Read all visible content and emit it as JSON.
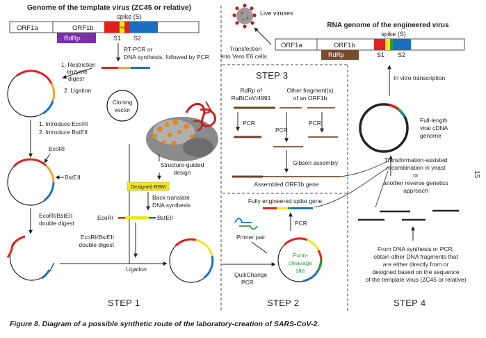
{
  "figure": {
    "page_number": "15",
    "caption": "Figure 8. Diagram of a possible synthetic route of the laboratory-creation of SARS-CoV-2.",
    "colors": {
      "rdrp": "#7b2fa8",
      "rdrp_brown": "#7a4a2c",
      "s1_red": "#e02020",
      "rbm_yellow": "#f2e51c",
      "s2_blue": "#1a6fc0",
      "orange": "#f0a030",
      "green": "#2f9a3a",
      "brown_frag": "#6b4427"
    }
  },
  "template_genome": {
    "title": "Genome of the template virus (ZC45 or relative)",
    "orf1a": "ORF1a",
    "orf1b": "ORF1b",
    "rdrp": "RdRp",
    "spike": "spike (S)",
    "s1": "S1",
    "s2": "S2",
    "rbm": "RBM",
    "rtpcr": "RT-PCR or",
    "dna_synth": "DNA synthesis, followed by PCR"
  },
  "step1": {
    "label": "STEP 1",
    "restriction_1": "1. Restriction",
    "restriction_2": "enzyme",
    "restriction_3": "digest",
    "ligation_2": "2. Ligation",
    "intro_ecori": "1. Introduce EcoRI",
    "intro_bsteii": "2. Introduce BstEII",
    "ecori": "EcoRI",
    "bsteii": "BstEII",
    "double_1": "EcoRI/BstEII",
    "double_2": "double digest",
    "cloning_1": "Cloning",
    "cloning_2": "vector",
    "structure_1": "Structure-guided",
    "structure_2": "design",
    "designed_rbm": "Designed RBM",
    "back_1": "Back translate",
    "back_2": "DNA synthesis",
    "ecori2": "EcoRI",
    "bsteii2": "BstEII",
    "double2_1": "EcoRI/BstEII",
    "double2_2": "double digest",
    "ligation": "Ligation"
  },
  "top_right": {
    "live_viruses": "Live viruses",
    "transfection_1": "Transfection",
    "transfection_2": "into Vero E6 cells",
    "title": "RNA genome of the engineered virus",
    "orf1a": "ORF1a",
    "orf1b": "ORF1b",
    "rdrp": "RdRp",
    "spike": "spike (S)",
    "s1": "S1",
    "s2": "S2"
  },
  "step3": {
    "label": "STEP 3",
    "rdrp_1": "RdRp of",
    "rdrp_2": "RaBtCoV/4991",
    "other_1": "Other fragment(s)",
    "other_2": "of an ORF1b",
    "pcr": "PCR",
    "gibson": "Gibson assembly",
    "assembled": "Assembled ORF1b gene"
  },
  "step2": {
    "label": "STEP 2",
    "fully": "Fully engineered spike gene",
    "pcr": "PCR",
    "primer": "Primer pair",
    "furin_1": "Furin-",
    "furin_2": "cleavage",
    "furin_3": "site",
    "quik_1": "QuikChange",
    "quik_2": "PCR"
  },
  "step4": {
    "label": "STEP 4",
    "in_vitro": "In vitro transcription",
    "cdna_1": "Full-length",
    "cdna_2": "viral cDNA",
    "cdna_3": "genome",
    "trans_1": "Transformation-assisted",
    "trans_2": "recombination in yeast",
    "trans_3": "or",
    "trans_4": "another reverse genetics",
    "trans_5": "approach",
    "from_1": "From DNA synthesis or PCR,",
    "from_2": "obtain other DNA fragments that",
    "from_3": "are either directly from or",
    "from_4": "designed based on the sequence",
    "from_5": "of the template virus (ZC45 or relative)"
  }
}
